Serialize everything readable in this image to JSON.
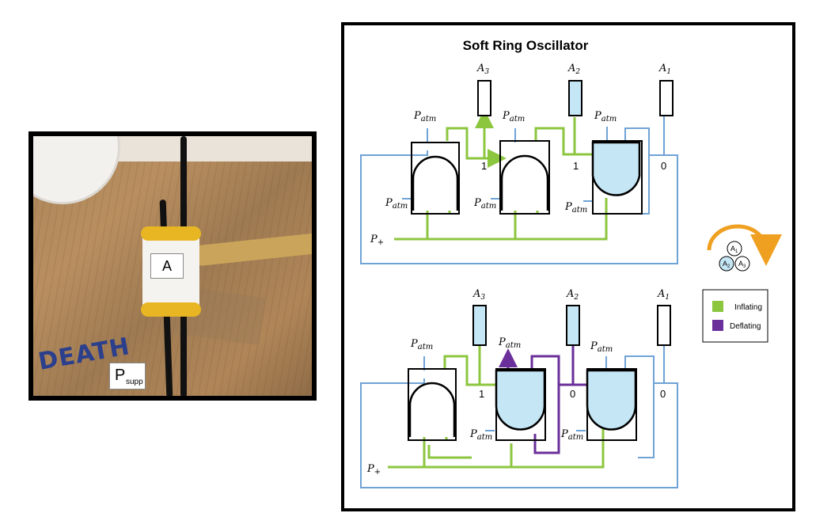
{
  "photo": {
    "label_a": "A",
    "label_p_main": "P",
    "label_p_sub": "supp",
    "scrawl_text": "DEATH"
  },
  "diagram": {
    "title": "Soft Ring Oscillator",
    "patm": "P",
    "patm_sub": "atm",
    "pplus": "P",
    "pplus_sub": "+",
    "a_main": "A",
    "a1_sub": "1",
    "a2_sub": "2",
    "a3_sub": "3",
    "top_values": [
      "1",
      "1",
      "0"
    ],
    "bottom_values": [
      "1",
      "0",
      "0"
    ],
    "legend": {
      "inflating": "Inflating",
      "deflating": "Deflating"
    },
    "colors": {
      "inflating": "#8cc63f",
      "deflating": "#6a2f9a",
      "tube": "#6fa3d6",
      "inflated_fill": "#c5e6f5"
    }
  }
}
